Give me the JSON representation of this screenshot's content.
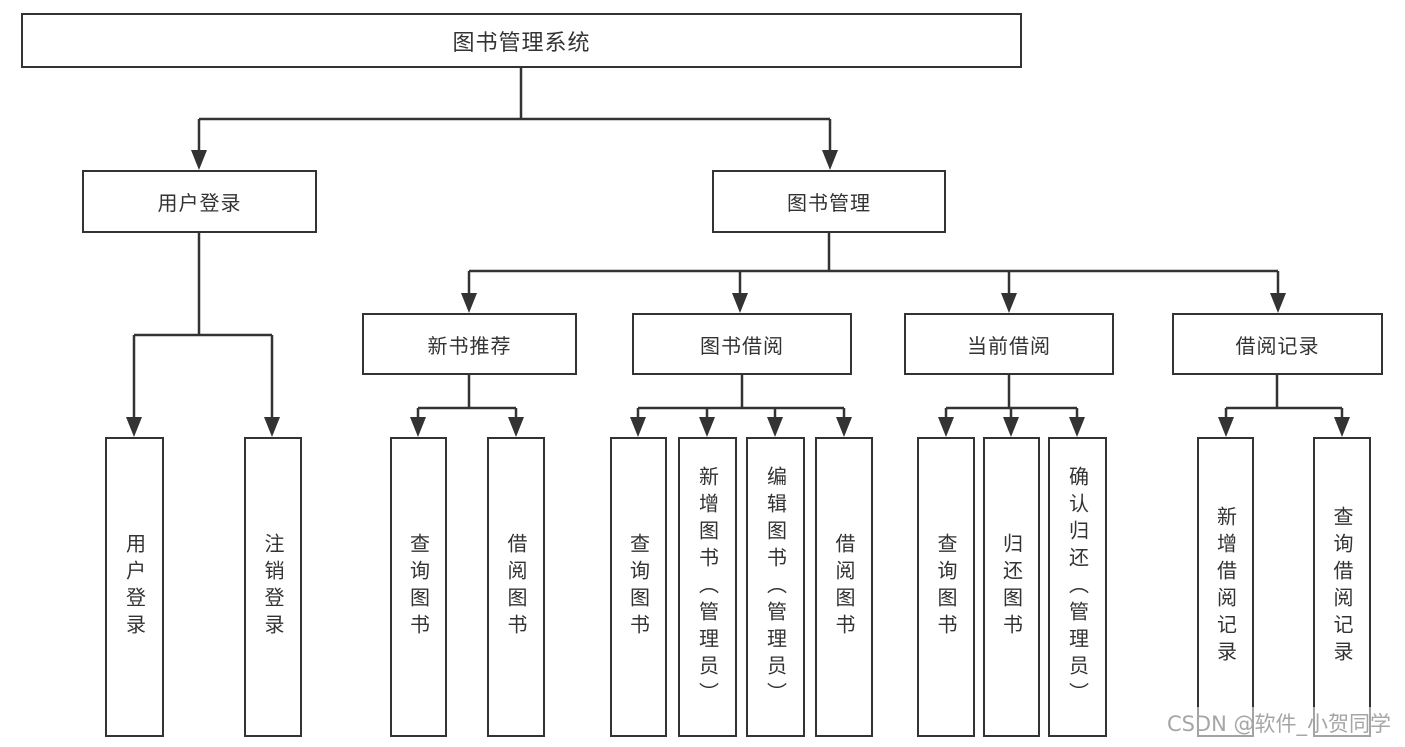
{
  "tree": {
    "label": "图书管理系统",
    "children": [
      {
        "label": "用户登录",
        "children": [
          {
            "label": "用户登录"
          },
          {
            "label": "注销登录"
          }
        ]
      },
      {
        "label": "图书管理",
        "children": [
          {
            "label": "新书推荐",
            "children": [
              {
                "label": "查询图书"
              },
              {
                "label": "借阅图书"
              }
            ]
          },
          {
            "label": "图书借阅",
            "children": [
              {
                "label": "查询图书"
              },
              {
                "label": "新增图书（管理员）"
              },
              {
                "label": "编辑图书（管理员）"
              },
              {
                "label": "借阅图书"
              }
            ]
          },
          {
            "label": "当前借阅",
            "children": [
              {
                "label": "查询图书"
              },
              {
                "label": "归还图书"
              },
              {
                "label": "确认归还（管理员）"
              }
            ]
          },
          {
            "label": "借阅记录",
            "children": [
              {
                "label": "新增借阅记录"
              },
              {
                "label": "查询借阅记录"
              }
            ]
          }
        ]
      }
    ]
  },
  "watermark": "CSDN @软件_小贺同学",
  "colors": {
    "line": "#333333",
    "text": "#333333",
    "watermark": "#a6a6a6",
    "background": "#ffffff"
  }
}
